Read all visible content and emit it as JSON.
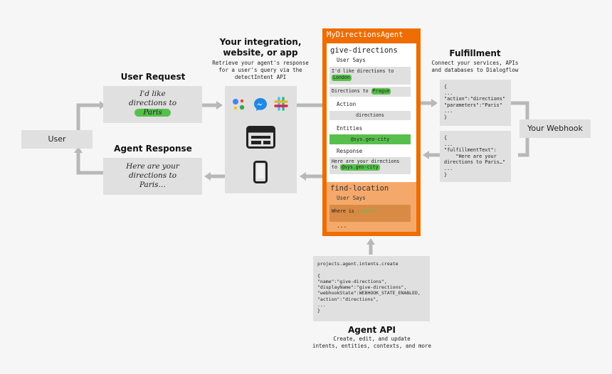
{
  "integration": {
    "title_line1": "Your integration,",
    "title_line2": "website, or app",
    "desc_line1": "Retrieve your agent's response",
    "desc_line2": "for a user's query via the",
    "desc_line3": "detectIntent API"
  },
  "user_request": {
    "title": "User Request",
    "line1": "I'd like",
    "line2": "directions to",
    "entity": "Paris"
  },
  "agent_response": {
    "title": "Agent Response",
    "line1": "Here are your",
    "line2": "directions to",
    "line3": "Paris…"
  },
  "user": {
    "label": "User"
  },
  "agent": {
    "name": "MyDirectionsAgent",
    "give_directions": {
      "title": "give-directions",
      "user_says_label": "User Says",
      "phrase1_text": "I'd like directions to",
      "phrase1_entity": "London",
      "phrase2_text": "Directions to",
      "phrase2_entity": "Prague",
      "action_label": "Action",
      "action_value": "directions",
      "entities_label": "Entities",
      "entity_value": "@sys.geo-city",
      "response_label": "Response",
      "response_text_line1": "Here are your directions",
      "response_text_line2": "to",
      "response_entity": "@sys.geo-city"
    },
    "find_location": {
      "title": "find-location",
      "user_says_label": "User Says",
      "phrase_text": "Where is",
      "phrase_entity": "Lisbon?",
      "ellipsis": "..."
    }
  },
  "fulfillment": {
    "title": "Fulfillment",
    "desc_line1": "Connect your services, APIs",
    "desc_line2": "and databases to Dialogflow",
    "request_code": "{\n...\n\"action\":\"directions\"\n\"parameters\":\"Paris\"\n...\n}",
    "response_code": "{\n...\n\"fulfillmentText\":\n    \"Here are your\ndirections to Paris…\"\n...\n}"
  },
  "webhook": {
    "label": "Your Webhook"
  },
  "agent_api": {
    "title": "Agent API",
    "desc_line1": "Create, edit, and update",
    "desc_line2": "intents, entities, contexts, and more",
    "code": "projects.agent.intents.create\n\n{\n\"name\":\"give-directions\",\n\"displayName\":\"give-directions\",\n\"webhookState\":WEBHOOK_STATE_ENABLED,\n\"action\":\"directions\",\n...\n}"
  },
  "colors": {
    "orange": "#ef6c00",
    "green": "#57c04c",
    "gray_box": "#e0e0e0",
    "arrow": "#b8b8b8"
  }
}
